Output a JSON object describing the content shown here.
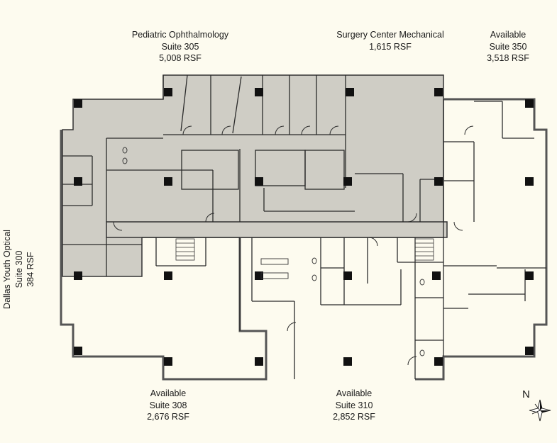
{
  "labels": {
    "pediatric": {
      "name": "Pediatric Ophthalmology",
      "suite": "Suite 305",
      "rsf": "5,008 RSF"
    },
    "surgery": {
      "name": "Surgery Center Mechanical",
      "rsf": "1,615 RSF"
    },
    "suite350": {
      "name": "Available",
      "suite": "Suite 350",
      "rsf": "3,518 RSF"
    },
    "dallas": {
      "name": "Dallas Youth Optical",
      "suite": "Suite 300",
      "rsf": "384 RSF"
    },
    "suite308": {
      "name": "Available",
      "suite": "Suite 308",
      "rsf": "2,676 RSF"
    },
    "suite310": {
      "name": "Available",
      "suite": "Suite 310",
      "rsf": "2,852 RSF"
    }
  },
  "compass": {
    "north": "N"
  },
  "colors": {
    "leased": "#cfcdc5",
    "available": "#fdfbef",
    "wall": "#2b2b2b",
    "column": "#111111"
  }
}
